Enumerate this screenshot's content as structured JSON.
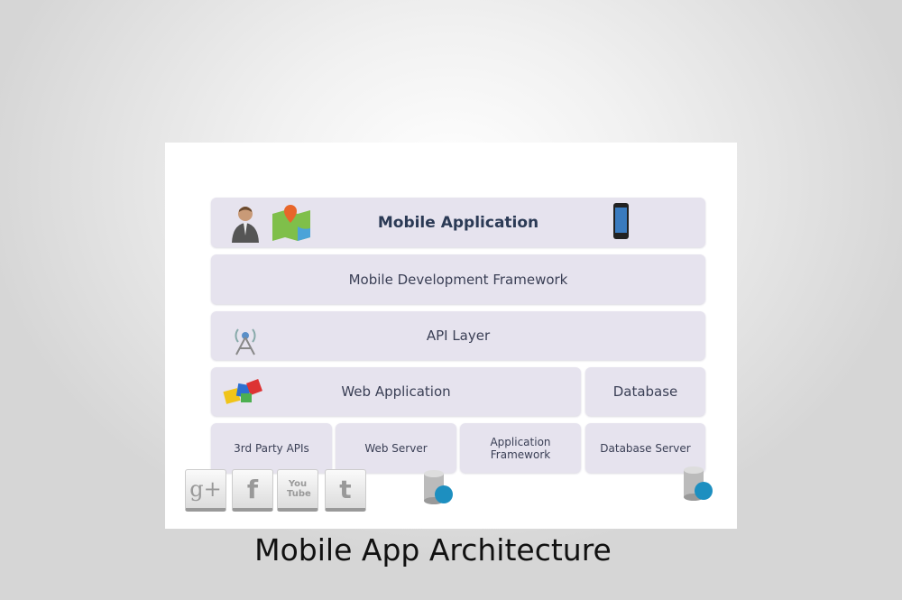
{
  "layers": {
    "mobile_application": "Mobile Application",
    "mobile_dev_framework": "Mobile Development Framework",
    "api_layer": "API Layer",
    "web_application": "Web Application",
    "database": "Database",
    "third_party_apis": "3rd Party APIs",
    "web_server": "Web Server",
    "application_framework": "Application Framework",
    "database_server": "Database Server"
  },
  "social": {
    "google_plus": "g+",
    "facebook": "f",
    "youtube": "You Tube",
    "twitter": "t"
  },
  "caption": "Mobile App Architecture"
}
